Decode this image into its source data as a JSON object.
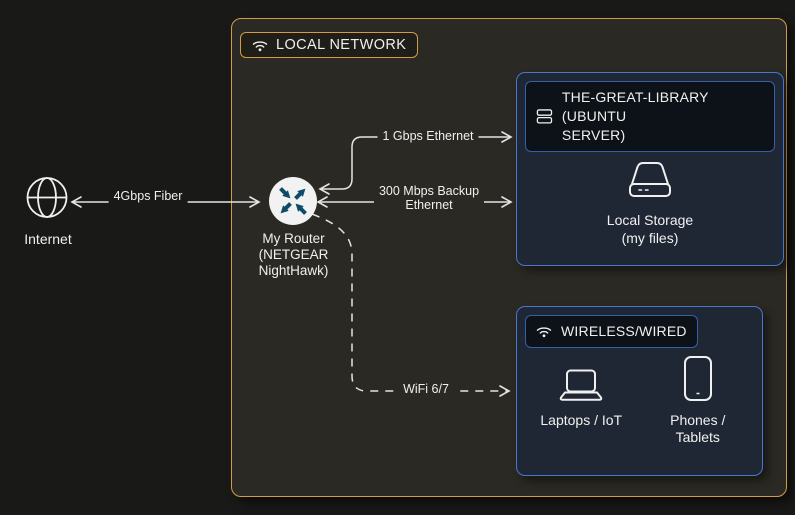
{
  "groups": {
    "local_network": {
      "label": "LOCAL NETWORK"
    }
  },
  "nodes": {
    "internet": {
      "label": "Internet"
    },
    "router": {
      "label": "My Router (NETGEAR NightHawk)"
    },
    "library": {
      "title_line1": "THE-GREAT-LIBRARY (UBUNTU",
      "title_line2": "SERVER)",
      "storage": {
        "label_line1": "Local Storage",
        "label_line2": "(my files)"
      }
    },
    "wireless": {
      "title": "WIRELESS/WIRED",
      "laptops": {
        "label": "Laptops / IoT"
      },
      "phones": {
        "label": "Phones / Tablets"
      }
    }
  },
  "edges": {
    "fiber": {
      "label": "4Gbps Fiber"
    },
    "ethernet_primary": {
      "label": "1 Gbps Ethernet"
    },
    "ethernet_backup": {
      "label_line1": "300 Mbps Backup",
      "label_line2": "Ethernet"
    },
    "wifi": {
      "label": "WiFi 6/7"
    }
  },
  "icons": {
    "internet": "globe-icon",
    "router": "router-arrows-icon",
    "local_network": "wifi-icon",
    "library_header": "server-icon",
    "storage": "disk-icon",
    "wireless_header": "wifi-icon",
    "laptops": "laptop-icon",
    "phones": "phone-icon"
  },
  "colors": {
    "background": "#191917",
    "local_network_bg": "#2b2923",
    "local_network_border": "#d29c44",
    "subnet_bg": "#202734",
    "subnet_border": "#4679cd",
    "header_bg": "#0d1218",
    "line": "#e4e4e4",
    "text": "#f0f0f0",
    "router_icon_bg": "#f2f2f2",
    "router_icon_arrows": "#0d4b69"
  }
}
